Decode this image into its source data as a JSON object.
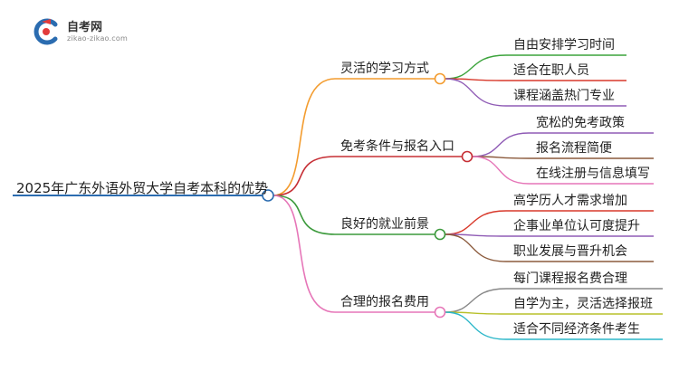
{
  "logo": {
    "title": "自考网",
    "subtitle": "zikao-zikao.com"
  },
  "root": {
    "label": "2025年广东外语外贸大学自考本科的优势"
  },
  "branches": [
    {
      "label": "灵活的学习方式",
      "color": "#f39c2f",
      "children": [
        {
          "label": "自由安排学习时间",
          "color": "#3ca43c"
        },
        {
          "label": "适合在职人员",
          "color": "#d8392b"
        },
        {
          "label": "课程涵盖热门专业",
          "color": "#8f5bb5"
        }
      ]
    },
    {
      "label": "免考条件与报名入口",
      "color": "#c62e34",
      "children": [
        {
          "label": "宽松的免考政策",
          "color": "#8f5bb5"
        },
        {
          "label": "报名流程简便",
          "color": "#8b5a3c"
        },
        {
          "label": "在线注册与信息填写",
          "color": "#e676b8"
        }
      ]
    },
    {
      "label": "良好的就业前景",
      "color": "#3c9a3c",
      "children": [
        {
          "label": "高学历人才需求增加",
          "color": "#d8392b"
        },
        {
          "label": "企事业单位认可度提升",
          "color": "#8f5bb5"
        },
        {
          "label": "职业发展与晋升机会",
          "color": "#8b5a3c"
        }
      ]
    },
    {
      "label": "合理的报名费用",
      "color": "#e676b8",
      "children": [
        {
          "label": "每门课程报名费合理",
          "color": "#888888"
        },
        {
          "label": "自学为主，灵活选择报班",
          "color": "#b8c02a"
        },
        {
          "label": "适合不同经济条件考生",
          "color": "#2bb7c9"
        }
      ]
    }
  ]
}
